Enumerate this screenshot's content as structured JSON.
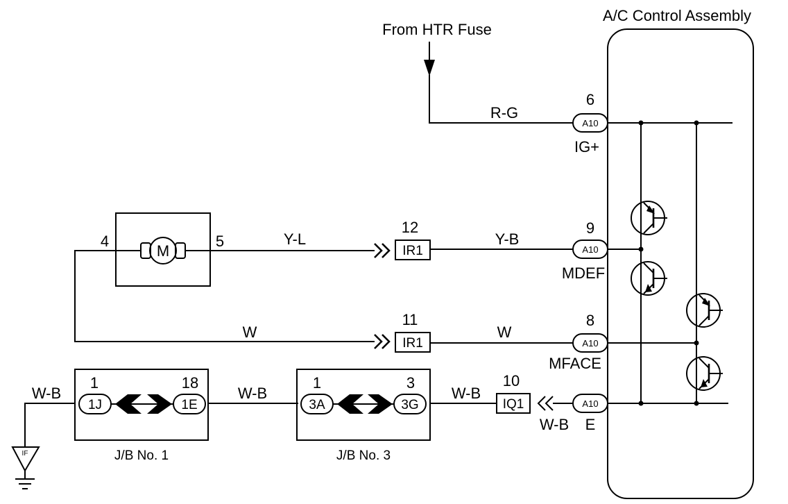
{
  "title": "A/C Control Assembly",
  "source_label": "From HTR Fuse",
  "wires": {
    "rg": "R-G",
    "yl": "Y-L",
    "yb": "Y-B",
    "w_left": "W",
    "w_right": "W",
    "wb_ground": "W-B",
    "wb_mid": "W-B",
    "wb_right": "W-B",
    "wb_e": "W-B"
  },
  "motor": {
    "symbol": "M",
    "pin_left": "4",
    "pin_right": "5"
  },
  "inline_connectors": [
    {
      "pin": "12",
      "code": "IR1"
    },
    {
      "pin": "11",
      "code": "IR1"
    },
    {
      "pin": "10",
      "code": "IQ1"
    }
  ],
  "control_terminals": [
    {
      "pin": "6",
      "connector": "A10",
      "name": "IG+"
    },
    {
      "pin": "9",
      "connector": "A10",
      "name": "MDEF"
    },
    {
      "pin": "8",
      "connector": "A10",
      "name": "MFACE"
    },
    {
      "pin": "",
      "connector": "A10",
      "name": "E"
    }
  ],
  "junction_blocks": [
    {
      "name": "J/B No. 1",
      "left_pin": "1",
      "left_code": "1J",
      "right_pin": "18",
      "right_code": "1E"
    },
    {
      "name": "J/B No. 3",
      "left_pin": "1",
      "left_code": "3A",
      "right_pin": "3",
      "right_code": "3G"
    }
  ],
  "ground_label": "IF"
}
